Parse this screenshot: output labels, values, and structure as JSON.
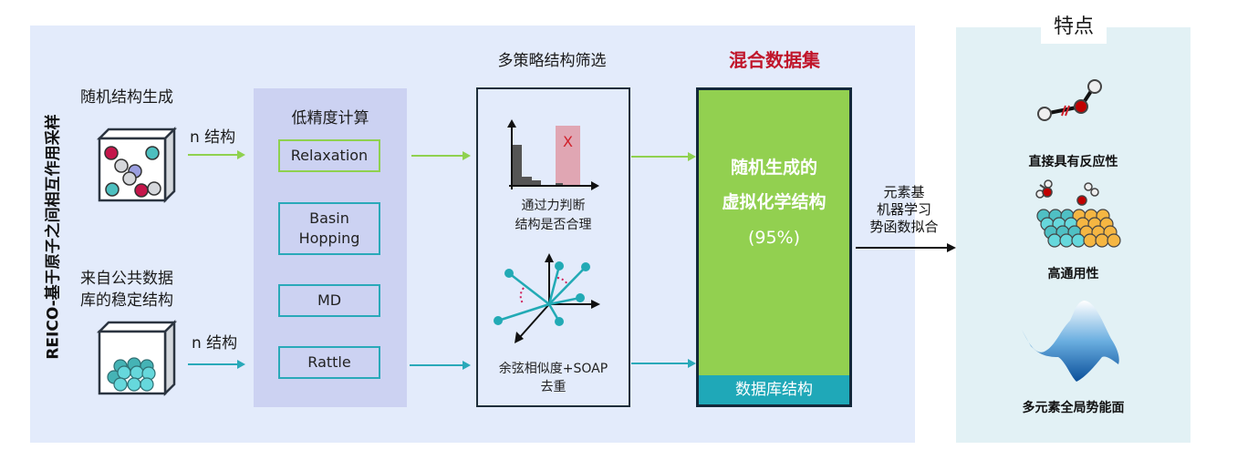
{
  "vertical_title": "REICO-基于原子之间相互作用采样",
  "sources": [
    {
      "label": "随机结构生成",
      "arrow_label": "n 结构",
      "flow_color": "#8fd14f"
    },
    {
      "label_line1": "来自公共数据",
      "label_line2": "库的稳定结构",
      "arrow_label": "n 结构",
      "flow_color": "#29a9b9"
    }
  ],
  "low_precision": {
    "title": "低精度计算",
    "methods": [
      {
        "label": "Relaxation",
        "color": "#8fd14f"
      },
      {
        "label_line1": "Basin",
        "label_line2": "Hopping",
        "color": "#29a9b9"
      },
      {
        "label": "MD",
        "color": "#29a9b9"
      },
      {
        "label": "Rattle",
        "color": "#29a9b9"
      }
    ]
  },
  "screening": {
    "title": "多策略结构筛选",
    "force_check_line1": "通过力判断",
    "force_check_line2": "结构是否合理",
    "reject_mark": "X",
    "dedup_line1": "余弦相似度+SOAP",
    "dedup_line2": "去重"
  },
  "dataset": {
    "title": "混合数据集",
    "main_line1": "随机生成的",
    "main_line2": "虚拟化学结构",
    "percent": "(95%)",
    "bottom_label": "数据库结构",
    "title_color": "#c0152a",
    "fill_color": "#92d050",
    "bottom_color": "#1fa8b8"
  },
  "ml_fitting": {
    "line1": "元素基",
    "line2": "机器学习",
    "line3": "势函数拟合"
  },
  "features": {
    "title": "特点",
    "items": [
      {
        "label": "直接具有反应性",
        "icon": "molecule-bond-break-icon"
      },
      {
        "label": "高通用性",
        "icon": "surface-adsorption-icon"
      },
      {
        "label": "多元素全局势能面",
        "icon": "potential-energy-surface-icon"
      }
    ]
  }
}
